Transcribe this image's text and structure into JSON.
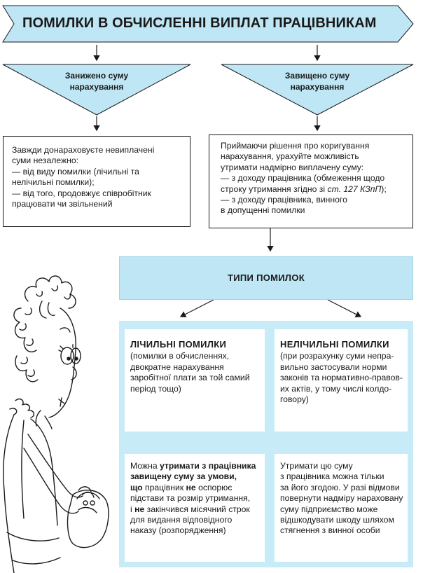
{
  "title": "ПОМИЛКИ В ОБЧИСЛЕННІ ВИПЛАТ ПРАЦІВНИКАМ",
  "left_branch": {
    "label_lines": [
      "Занижено суму",
      "нарахування"
    ],
    "box_lines": [
      "Завжди донараховуєте невиплачені",
      "суми незалежно:",
      "— від виду помилки (лічильні та",
      "нелічильні помилки);",
      "— від того, продовжує співробітник",
      "працювати чи звільнений"
    ]
  },
  "right_branch": {
    "label_lines": [
      "Завищено суму",
      "нарахування"
    ],
    "box_lines": {
      "l1": "Приймаючи рішення про коригування",
      "l2": "нарахування, урахуйте можливість",
      "l3": "утримати надмірно виплачену суму:",
      "l4": "— з доходу працівника (обмеження щодо",
      "l5_pre": "строку утримання згідно зі ",
      "l5_ref": "ст. 127 КЗпП",
      "l5_post": ");",
      "l6": "— з доходу працівника, винного",
      "l7": "в допущенні помилки"
    }
  },
  "types": {
    "title": "ТИПИ ПОМИЛОК",
    "countable": {
      "heading": "ЛІЧИЛЬНІ ПОМИЛКИ",
      "desc_lines": [
        "(помилки в обчисленнях,",
        "двократне нарахування",
        "заробітної плати за той самий",
        "період тощо)"
      ],
      "result": {
        "l1_pre": "Можна ",
        "l1_bold": "утримати з працівника",
        "l2_bold": "завищену суму за умови,",
        "l3_bold": "що",
        "l3_post": " працівник ",
        "l3_bold2": "не",
        "l3_end": " оспорює",
        "l4": "підстави та розмір утримання,",
        "l5_pre": "і ",
        "l5_bold": "не",
        "l5_post": " закінчився місячний строк",
        "l6": "для видання відповідного",
        "l7": "наказу (розпорядження)"
      }
    },
    "noncountable": {
      "heading": "НЕЛІЧИЛЬНІ ПОМИЛКИ",
      "desc_lines": [
        "(при розрахунку суми непра-",
        "вильно застосували норми",
        "законів та нормативно-правов-",
        "их актів, у тому числі колдо-",
        "говору)"
      ],
      "result_lines": [
        "Утримати цю суму",
        "з працівника можна тільки",
        "за його згодою. У разі відмови",
        "повернути надміру нараховану",
        "суму підприємство може",
        "відшкодувати шкоду шляхом",
        "стягнення з винної особи"
      ]
    }
  },
  "colors": {
    "fill": "#bfe6f5",
    "panel": "#c8ebf8",
    "line": "#1a1a1a"
  },
  "illustration": "woman-with-purse-sketch"
}
